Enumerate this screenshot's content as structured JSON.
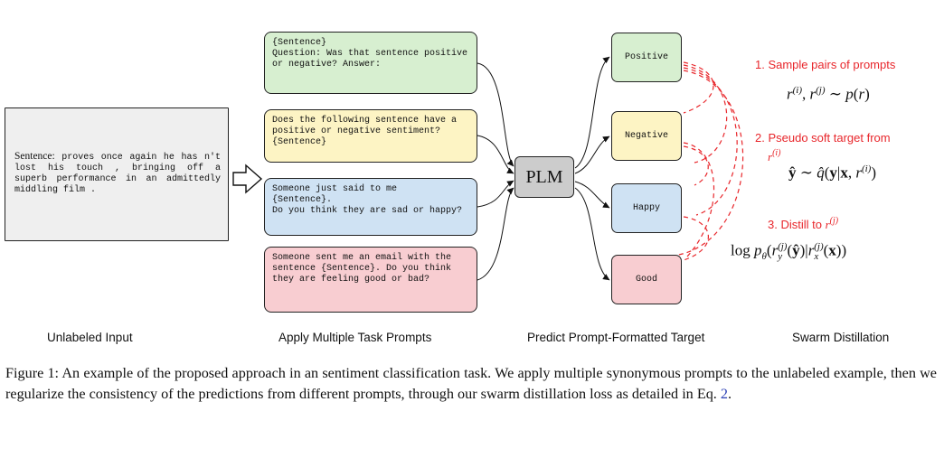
{
  "input": {
    "lead": "Sentence:",
    "text": " proves once again he has n't lost his touch , bringing off a superb performance in an admittedly middling film ."
  },
  "prompts": [
    "{Sentence}\nQuestion: Was that sentence positive or negative? Answer:",
    "Does the following sentence have a positive or negative sentiment?\n{Sentence}",
    "Someone just said to me\n{Sentence}.\nDo you think they are sad or happy?",
    "Someone sent me an email with the sentence {Sentence}. Do you think they are feeling good or bad?"
  ],
  "model": "PLM",
  "labels": [
    "Positive",
    "Negative",
    "Happy",
    "Good"
  ],
  "steps": {
    "step1": "1. Sample pairs of prompts",
    "step2_text": "2. Pseudo soft target from ",
    "step2_var": "r",
    "step2_sup": "(i)",
    "step3_text": "3. Distill to ",
    "step3_var": "r",
    "step3_sup": "(j)"
  },
  "captions": {
    "c1": "Unlabeled Input",
    "c2": "Apply Multiple Task Prompts",
    "c3": "Predict Prompt-Formatted Target",
    "c4": "Swarm Distillation"
  },
  "figure_caption": {
    "text": "Figure 1: An example of the proposed approach in an sentiment classification task. We apply multiple synonymous prompts to the unlabeled example, then we regularize the consistency of the predictions from different prompts, through our swarm distillation loss as detailed in Eq. ",
    "ref": "2",
    "end": "."
  },
  "colors": {
    "green": "#d7efd0",
    "yellow": "#fdf4c4",
    "blue": "#cfe2f3",
    "pink": "#f8cdd1",
    "plm_gray": "#cccccc",
    "input_gray": "#efefef",
    "accent_red": "#e8262b"
  }
}
